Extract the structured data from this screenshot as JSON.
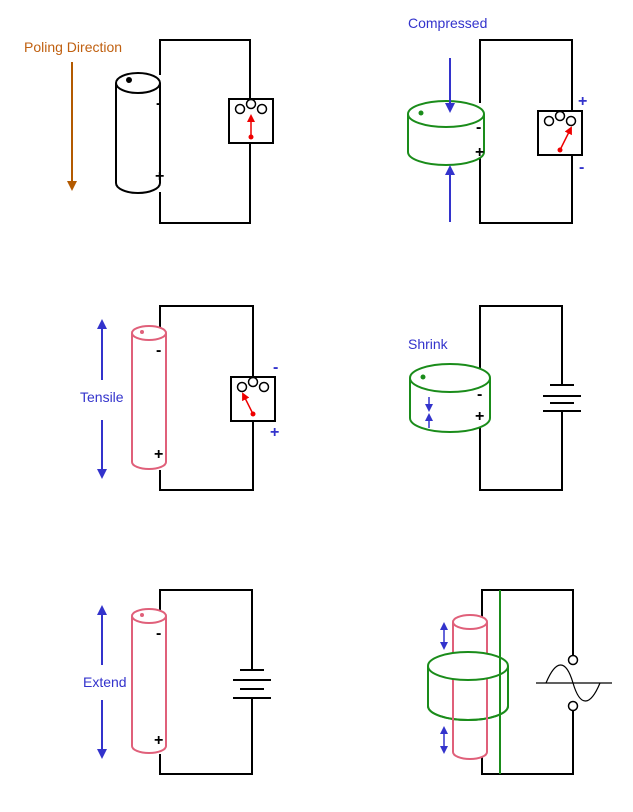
{
  "labels": {
    "poling_direction": "Poling Direction",
    "compressed": "Compressed",
    "tensile": "Tensile",
    "shrink": "Shrink",
    "extend": "Extend"
  },
  "signs": {
    "minus": "-",
    "plus": "+"
  },
  "colors": {
    "wire": "#000000",
    "arrow_poling": "#b35a00",
    "label_poling": "#c06010",
    "blue": "#3333cc",
    "green": "#1a8c1a",
    "pink": "#e0607a",
    "needle": "#ee0000"
  }
}
